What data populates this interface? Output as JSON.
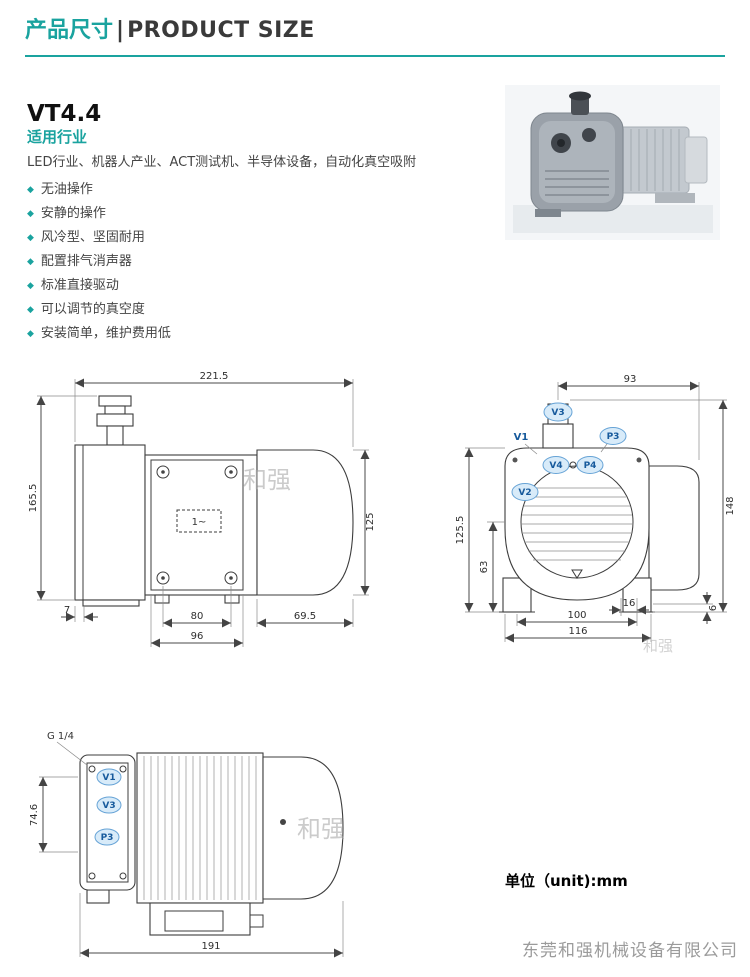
{
  "header": {
    "title_cn": "产品尺寸",
    "divider": "|",
    "title_en": "PRODUCT SIZE"
  },
  "product": {
    "model": "VT4.4"
  },
  "industries": {
    "heading": "适用行业",
    "description": "LED行业、机器人产业、ACT测试机、半导体设备，自动化真空吸附",
    "bullet_icon": "◆",
    "features": [
      "无油操作",
      "安静的操作",
      "风冷型、坚固耐用",
      "配置排气消声器",
      "标准直接驱动",
      "可以调节的真空度",
      "安装简单，维护费用低"
    ]
  },
  "drawings": {
    "side_view": {
      "plate_label": "1~",
      "dims": {
        "total_length": "221.5",
        "total_height": "165.5",
        "body_height": "125",
        "foot_offset": "7",
        "bolt_span": "80",
        "cover_length": "69.5",
        "base_length": "96"
      }
    },
    "front_view": {
      "ports": {
        "v1": "V1",
        "v2": "V2",
        "v3": "V3",
        "v4": "V4",
        "p3": "P3",
        "p4": "P4"
      },
      "dims": {
        "top_width": "93",
        "total_height": "148",
        "left_height": "125.5",
        "center_to_base": "63",
        "foot_inset": "16",
        "bolt_span": "100",
        "base_width": "116",
        "foot_height": "6"
      }
    },
    "rear_view": {
      "thread_label": "G 1/4",
      "ports": {
        "v1": "V1",
        "v3": "V3",
        "p3": "P3"
      },
      "dims": {
        "port_span": "74.6",
        "total_length": "191"
      }
    }
  },
  "watermark": "和强",
  "unit_note": "单位（unit):mm",
  "footer_company": "东莞和强机械设备有限公司"
}
